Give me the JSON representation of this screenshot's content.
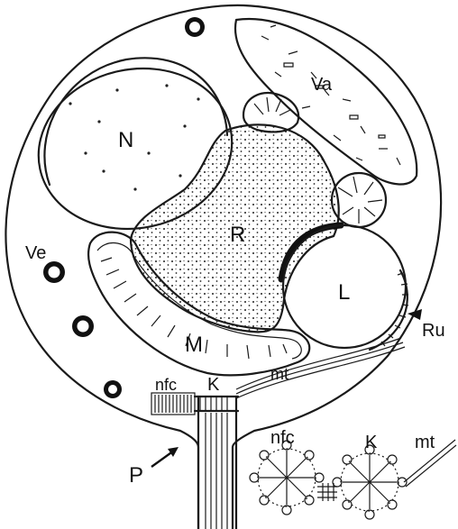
{
  "figure": {
    "labels": {
      "nucleus": "N",
      "vacuole": "Va",
      "ribosome_region": "R",
      "lipid": "L",
      "vesicle": "Ve",
      "mitochondrion": "M",
      "rumposome": "Ru",
      "microtubules_top": "mt",
      "nonflagellar_centriole_top": "nfc",
      "kinetosome_top": "K",
      "plug": "P",
      "nonflagellar_centriole_inset": "nfc",
      "kinetosome_inset": "K",
      "microtubules_inset": "mt"
    }
  }
}
